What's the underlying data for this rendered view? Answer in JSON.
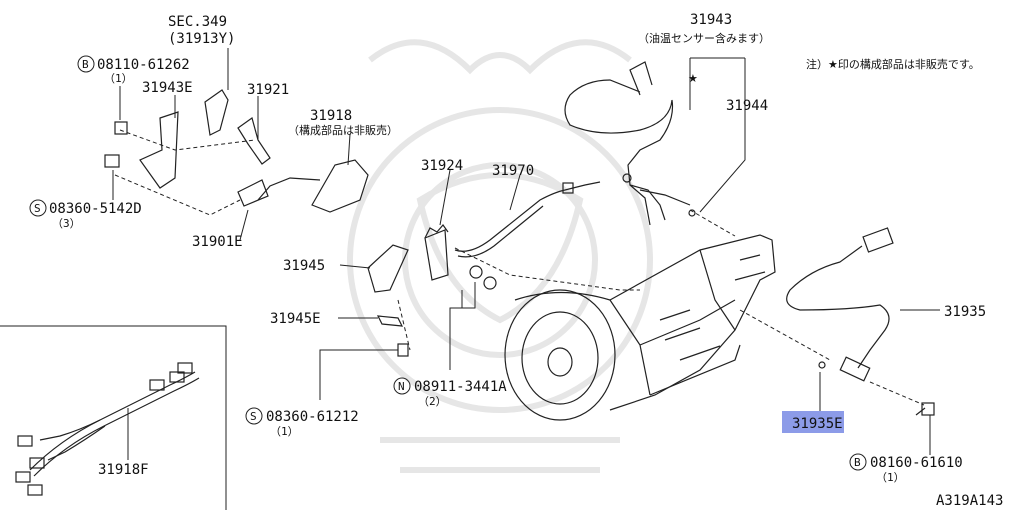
{
  "diagram": {
    "note": "注）★印の構成部品は非販売です。",
    "figure_code": "A319A143",
    "highlight_color": "#8c9be8",
    "labels": {
      "sec349": "SEC.349",
      "sec349_sub": "(31913Y)",
      "p31943": "31943",
      "p31943_sub": "（油温センサー含みます）",
      "p31944": "31944",
      "p31918": "31918",
      "p31918_sub": "（構成部品は非販売）",
      "p31921": "31921",
      "p31943E": "31943E",
      "p08110": "08110-61262",
      "p08110_qty": "（1）",
      "p08360a": "08360-5142D",
      "p08360a_qty": "（3）",
      "p31901E": "31901E",
      "p31924": "31924",
      "p31970": "31970",
      "p31945": "31945",
      "p31945E": "31945E",
      "p08360b": "08360-61212",
      "p08360b_qty": "（1）",
      "p08911": "08911-3441A",
      "p08911_qty": "（2）",
      "p31935": "31935",
      "p31935E": "31935E",
      "p08160": "08160-61610",
      "p08160_qty": "（1）",
      "p31918F": "31918F",
      "prefix_B": "B",
      "prefix_S": "S",
      "prefix_N": "N",
      "star": "★"
    }
  }
}
